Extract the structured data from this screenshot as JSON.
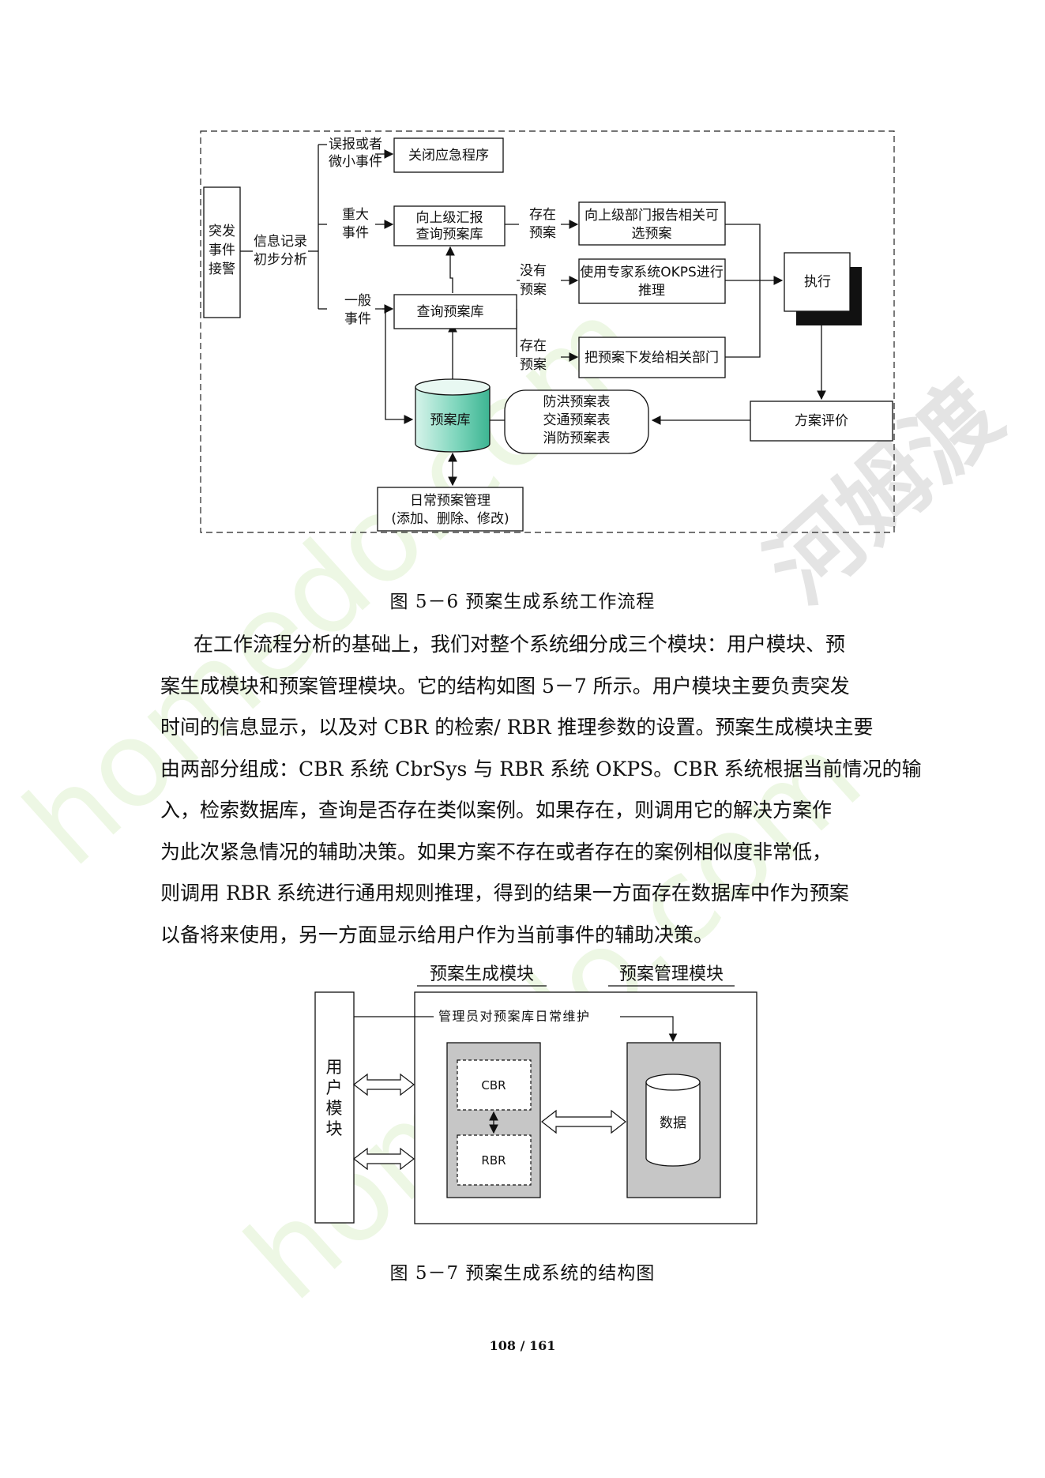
{
  "figure1": {
    "nodes": {
      "incident": [
        "突发",
        "事件",
        "接警"
      ],
      "record": [
        "信息记录",
        "初步分析"
      ],
      "branch_false": [
        "误报或者",
        "微小事件"
      ],
      "close": "关闭应急程序",
      "branch_major": [
        "重大",
        "事件"
      ],
      "report_up": [
        "向上级汇报",
        "查询预案库"
      ],
      "branch_general": [
        "一般",
        "事件"
      ],
      "query": "查询预案库",
      "exists_a": [
        "存在",
        "预案"
      ],
      "none": [
        "没有",
        "预案"
      ],
      "exists_b": [
        "存在",
        "预案"
      ],
      "report_dept": [
        "向上级部门报告相关可",
        "选预案"
      ],
      "expert": [
        "使用专家系统OKPS进行",
        "推理"
      ],
      "dispatch": "把预案下发给相关部门",
      "execute": "执行",
      "plan_db": "预案库",
      "tables": [
        "防洪预案表",
        "交通预案表",
        "消防预案表"
      ],
      "evaluate": "方案评价",
      "daily": [
        "日常预案管理",
        "(添加、删除、修改)"
      ]
    },
    "caption": "图 5－6  预案生成系统工作流程"
  },
  "paragraph": [
    "在工作流程分析的基础上，我们对整个系统细分成三个模块：用户模块、预",
    "案生成模块和预案管理模块。它的结构如图 5－7 所示。用户模块主要负责突发",
    "时间的信息显示，以及对 CBR 的检索/ RBR 推理参数的设置。预案生成模块主要",
    "由两部分组成：CBR 系统 CbrSys 与 RBR 系统 OKPS。CBR 系统根据当前情况的输",
    "入，检索数据库，查询是否存在类似案例。如果存在，则调用它的解决方案作",
    "为此次紧急情况的辅助决策。如果方案不存在或者存在的案例相似度非常低，",
    "则调用 RBR 系统进行通用规则推理，得到的结果一方面存在数据库中作为预案",
    "以备将来使用，另一方面显示给用户作为当前事件的辅助决策。"
  ],
  "figure2": {
    "title_gen": "预案生成模块",
    "title_mgmt": "预案管理模块",
    "user_module": [
      "用",
      "户",
      "模",
      "块"
    ],
    "maintain_label": "管理员对预案库日常维护",
    "cbr": "CBR",
    "rbr": "RBR",
    "data": "数据",
    "caption": "图 5－7  预案生成系统的结构图"
  },
  "page_number": "108 / 161",
  "watermark": {
    "text_en": "homedo.com",
    "text_cn": "河姆渡",
    "color": "#e9f6dc",
    "color_cn": "#d8d8d8"
  },
  "colors": {
    "cylinder_top": "#dff5ee",
    "cylinder_body": "#58c7a8",
    "gray_panel": "#c6c6c6",
    "shadow": "#111111"
  }
}
